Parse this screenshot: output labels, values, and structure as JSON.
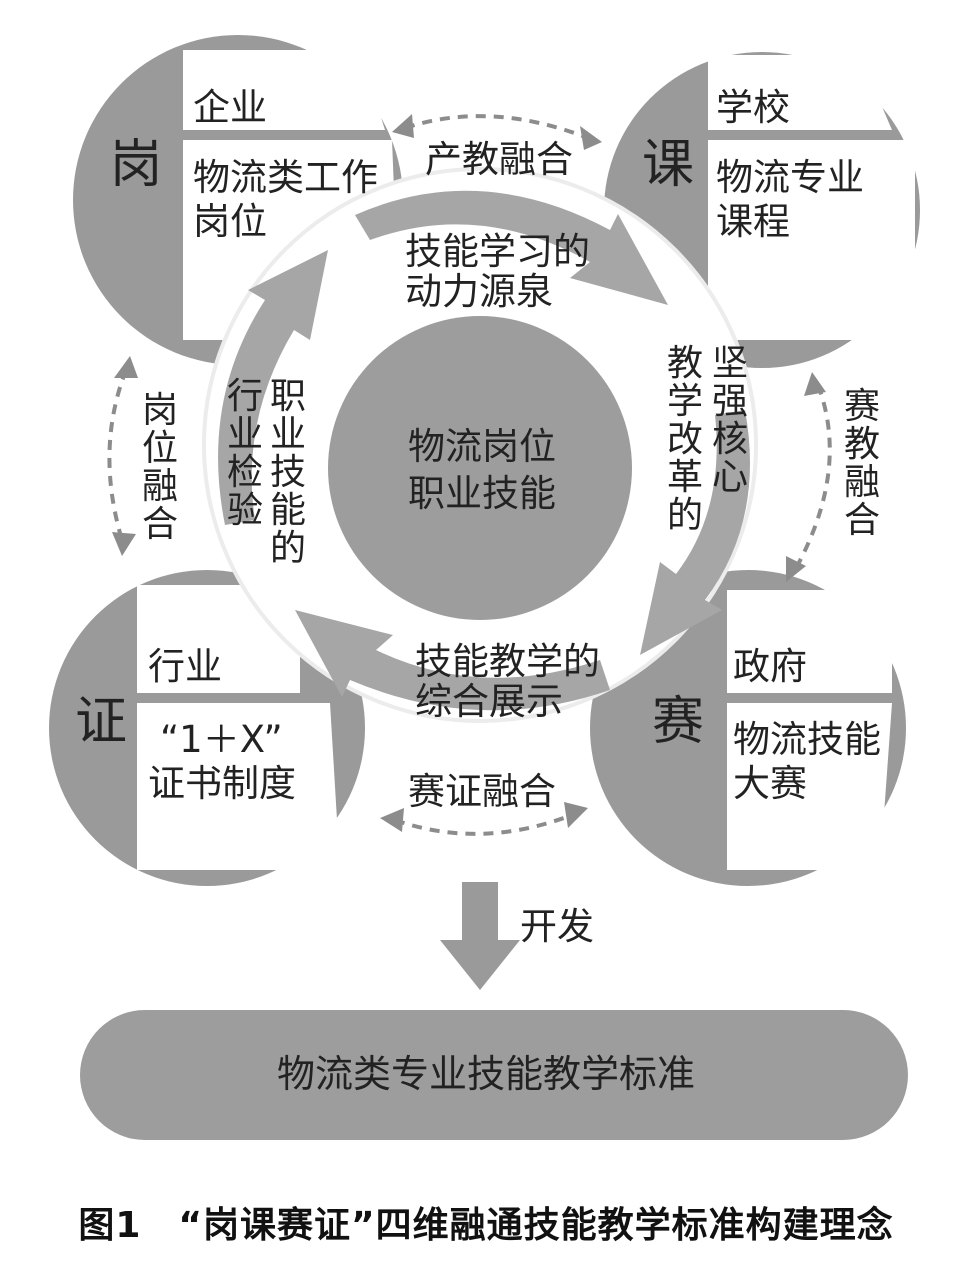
{
  "core": {
    "line1": "物流岗位",
    "line2": "职业技能"
  },
  "nodes": {
    "gang": {
      "symbol": "岗",
      "top": "企业",
      "body1": "物流类工作",
      "body2": "岗位"
    },
    "ke": {
      "symbol": "课",
      "top": "学校",
      "body1": "物流专业",
      "body2": "课程"
    },
    "zheng": {
      "symbol": "证",
      "top": "行业",
      "body1": "“1＋X”",
      "body2": "证书制度"
    },
    "sai": {
      "symbol": "赛",
      "top": "政府",
      "body1": "物流技能",
      "body2": "大赛"
    }
  },
  "links": {
    "top": "产教融合",
    "left": "岗位融合",
    "right": "赛教融合",
    "bottom": "赛证融合"
  },
  "ring": {
    "top_line1": "技能学习的",
    "top_line2": "动力源泉",
    "right_col1": "坚强核心",
    "right_col2": "教学改革的",
    "bottom_line1": "技能教学的",
    "bottom_line2": "综合展示",
    "left_col1": "职业技能的",
    "left_col2": "行业检验"
  },
  "develop": "开发",
  "standard": "物流类专业技能教学标准",
  "caption": "图1　“岗课赛证”四维融通技能教学标准构建理念",
  "colors": {
    "node_fill": "#9a9a9a",
    "ring_fill": "#a6a6a6",
    "core_fill": "#9d9d9d",
    "arrow": "#999999"
  }
}
